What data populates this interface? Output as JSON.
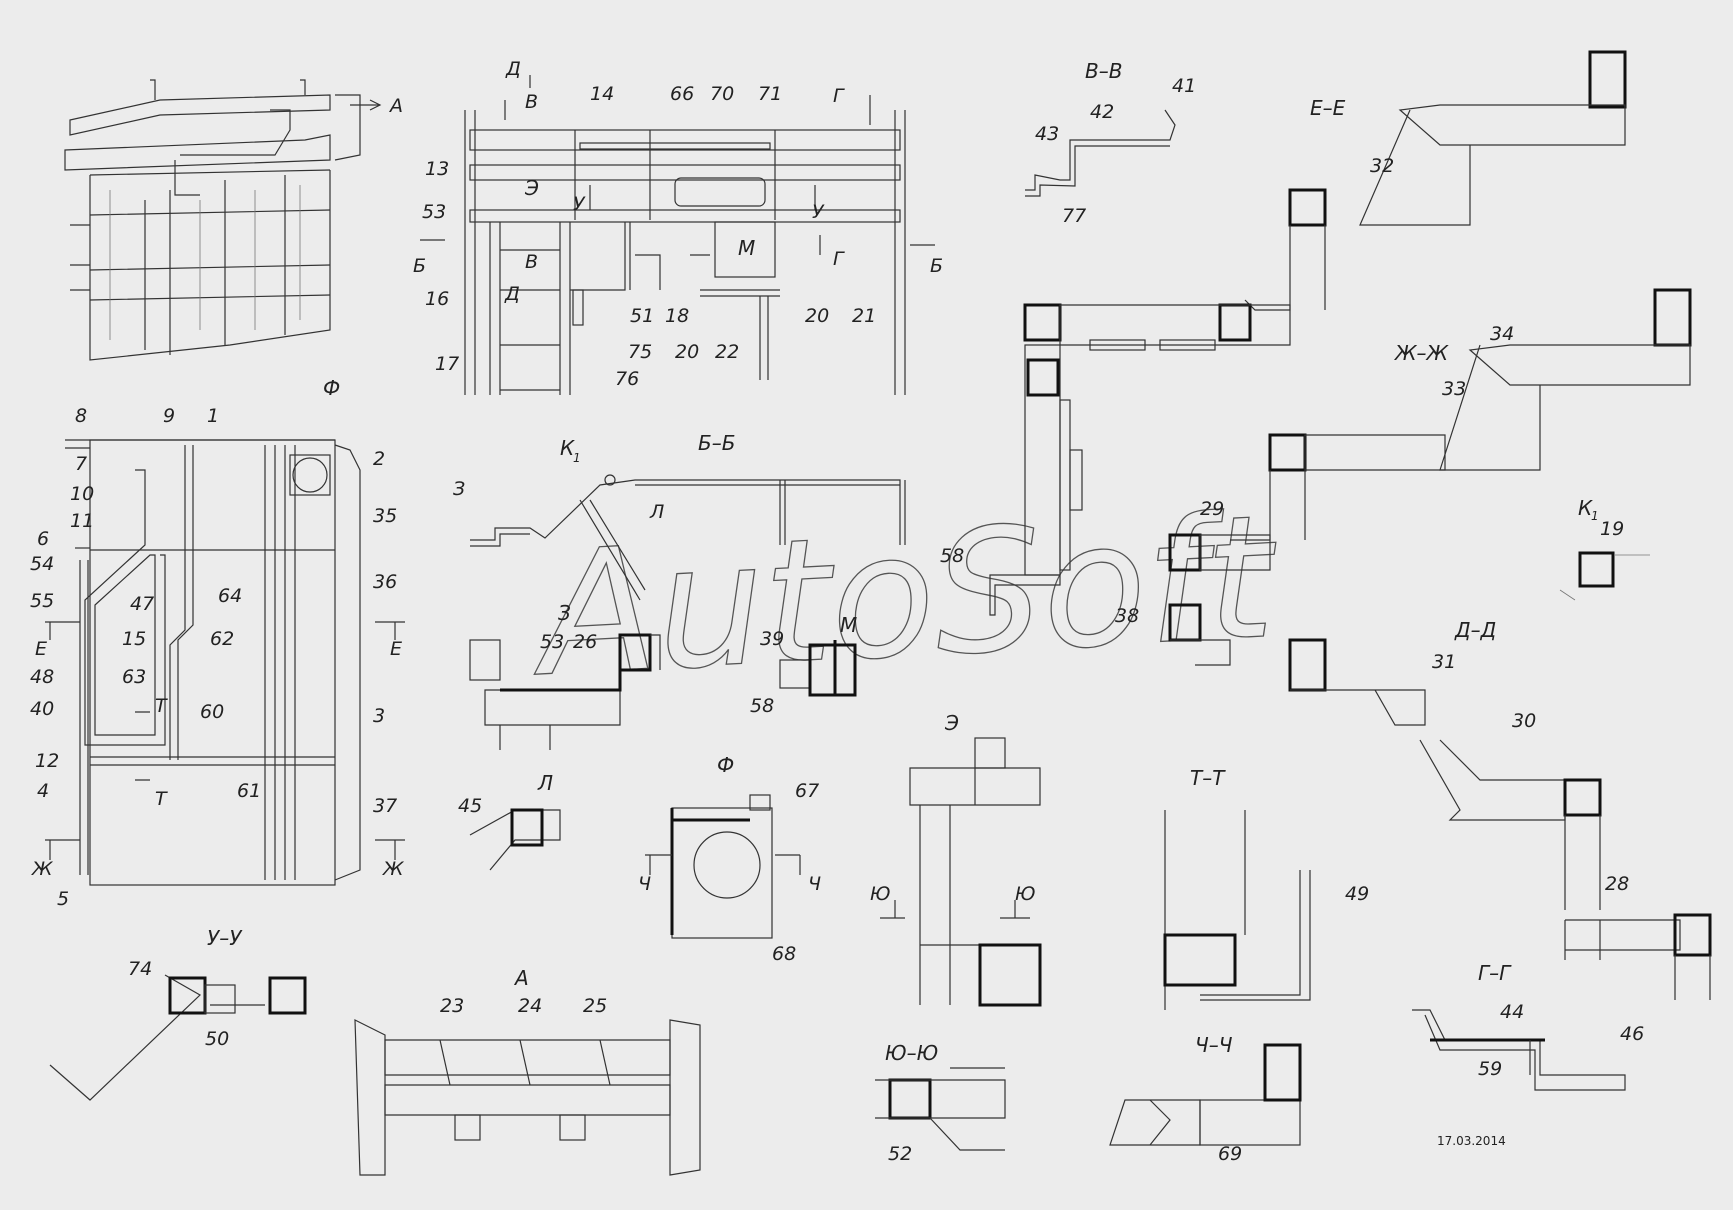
{
  "drawing": {
    "watermark": "AutoSoft",
    "date": "17.03.2014",
    "section_titles": {
      "vv": "В–В",
      "ee": "Е–Е",
      "zhzh": "Ж–Ж",
      "bb": "Б–Б",
      "k1": "К",
      "k1_right": "К",
      "z": "З",
      "m": "М",
      "l": "Л",
      "f": "Ф",
      "e": "Э",
      "tt": "Т–Т",
      "dd": "Д–Д",
      "uu": "У–У",
      "a": "А",
      "yuyu": "Ю–Ю",
      "chch": "Ч–Ч",
      "gg": "Г–Г",
      "f_top": "Ф"
    },
    "k_subscript": "1",
    "markers": {
      "a_arrow": "А",
      "d": "Д",
      "v1": "В",
      "v2": "В",
      "d2": "Д",
      "g1": "Г",
      "g2": "Г",
      "u1": "У",
      "u2": "У",
      "b1": "Б",
      "b2": "Б",
      "e_view": "Э",
      "m_view": "М",
      "e_sec1": "Е",
      "e_sec2": "Е",
      "zh1": "Ж",
      "zh2": "Ж",
      "t1": "Т",
      "t2": "Т",
      "ch1": "Ч",
      "ch2": "Ч",
      "yu1": "Ю",
      "yu2": "Ю",
      "z_b": "З",
      "l_b": "Л"
    }
  },
  "labels": {
    "p14": "14",
    "p66": "66",
    "p70": "70",
    "p71": "71",
    "p13": "13",
    "p53": "53",
    "p16": "16",
    "p17": "17",
    "p51": "51",
    "p18": "18",
    "p75": "75",
    "p20": "20",
    "p22": "22",
    "p20b": "20",
    "p21": "21",
    "p76": "76",
    "p43": "43",
    "p42": "42",
    "p41": "41",
    "p77": "77",
    "p32": "32",
    "p34": "34",
    "p33": "33",
    "p29": "29",
    "p58": "58",
    "p38": "38",
    "p19": "19",
    "p8": "8",
    "p9": "9",
    "p1": "1",
    "p2": "2",
    "p7": "7",
    "p10": "10",
    "p11": "11",
    "p6": "6",
    "p54": "54",
    "p55": "55",
    "p47": "47",
    "p64": "64",
    "p35": "35",
    "p36": "36",
    "p15": "15",
    "p62": "62",
    "p48": "48",
    "p63": "63",
    "p40": "40",
    "p60": "60",
    "p3": "3",
    "p12": "12",
    "p4": "4",
    "p61": "61",
    "p37": "37",
    "p5": "5",
    "p53b": "53",
    "p26": "26",
    "p39": "39",
    "p58b": "58",
    "p31": "31",
    "p30": "30",
    "p28": "28",
    "p45": "45",
    "p67": "67",
    "p68": "68",
    "p49": "49",
    "p74": "74",
    "p50": "50",
    "p23": "23",
    "p24": "24",
    "p25": "25",
    "p52": "52",
    "p69": "69",
    "p44": "44",
    "p46": "46",
    "p59": "59"
  }
}
